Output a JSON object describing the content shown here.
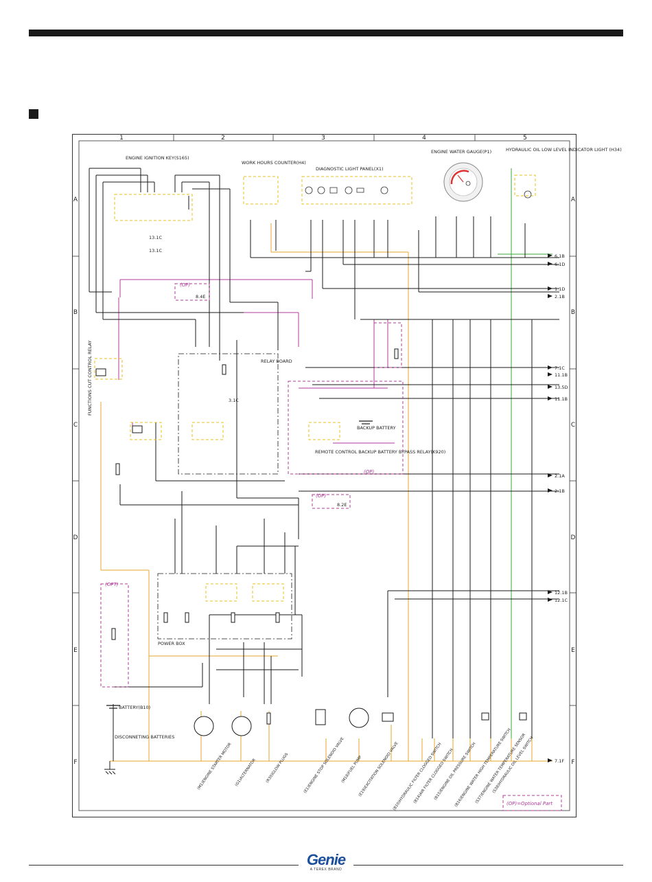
{
  "page": {
    "logo_text": "Genie",
    "logo_subtext": "A TEREX BRAND"
  },
  "grid": {
    "columns": [
      "1",
      "2",
      "3",
      "4",
      "5"
    ],
    "rows": [
      "A",
      "B",
      "C",
      "D",
      "E",
      "F"
    ]
  },
  "components": {
    "ignition_key": "ENGINE IGNITION KEY(S165)",
    "work_hours": "WORK HOURS COUNTER(H4)",
    "diag_panel": "DIAGNOSTIC LIGHT PANEL(X1)",
    "water_gauge": "ENGINE WATER GAUGE(P1)",
    "hyd_oil_light": "HYDRAULIC OIL LOW LEVEL INDICATOR LIGHT (H34)",
    "relay_board": "RELAY BOARD",
    "func_cut_relay": "FUNCTIONS CUT CONTROL RELAY",
    "backup_battery": "BACKUP BATTERY",
    "remote_relay": "REMOTE CONTROL BACKUP BATTERY BYPASS RELAY(K920)",
    "power_box": "POWER BOX",
    "battery": "BATTERY(B10)",
    "disconnect": "DISCONNETING BATTERIES",
    "optional_part": "(OP)=Optional Part",
    "opt": "(OPT)",
    "op": "(OP)"
  },
  "refs": {
    "r13_1c": "13.1C",
    "r13_1c_b": "13.1C",
    "r8_4e": "8.4E",
    "r8_2e": "8.2E",
    "r3_1c": "3.1C",
    "r6_1b": "6.1B",
    "r6_1d": "6.1D",
    "r1_1d": "1.1D",
    "r2_1b": "2.1B",
    "r7_1c": "7.1C",
    "r11_1b": "11.1B",
    "r13_5d": "13.5D",
    "r11_1b_b": "11.1B",
    "r2_1a": "2.1A",
    "r2_1b_b": "2.1B",
    "r12_1b": "12.1B",
    "r12_1c": "12.1C",
    "r7_1f": "7.1F"
  },
  "bottom_labels": [
    "(M1)ENGINE STARTER MOTOR",
    "(G1)ALTERNATOR",
    "(R30)GLOW PLUGS",
    "(E1)ENGINE STOP SOLENOID VALVE",
    "(M18)FUEL PUMP",
    "(E19)EXCITATION SOLENOID VALVE",
    "(B10)HYDRAULIC FILTER CLOGGED SWITCH",
    "(B14)AIR FILTER CLOGGED SWITCH",
    "(B15)ENGINE OIL PRESSURE SWITCH",
    "(B16)ENGINE WATER HIGH TEMPERATURE SWITCH",
    "(S37)ENGINE WATER TEMPERATURE SENSOR",
    "(S38)HYDRAULIC OIL LEVEL SWITCH"
  ],
  "colors": {
    "black": "#1a1a1a",
    "wire_orange": "#e6a52b",
    "wire_purple": "#b0389b",
    "wire_green": "#3aa53a",
    "optional_yellow": "#e8c21a",
    "brand_blue": "#1b4f9c"
  }
}
